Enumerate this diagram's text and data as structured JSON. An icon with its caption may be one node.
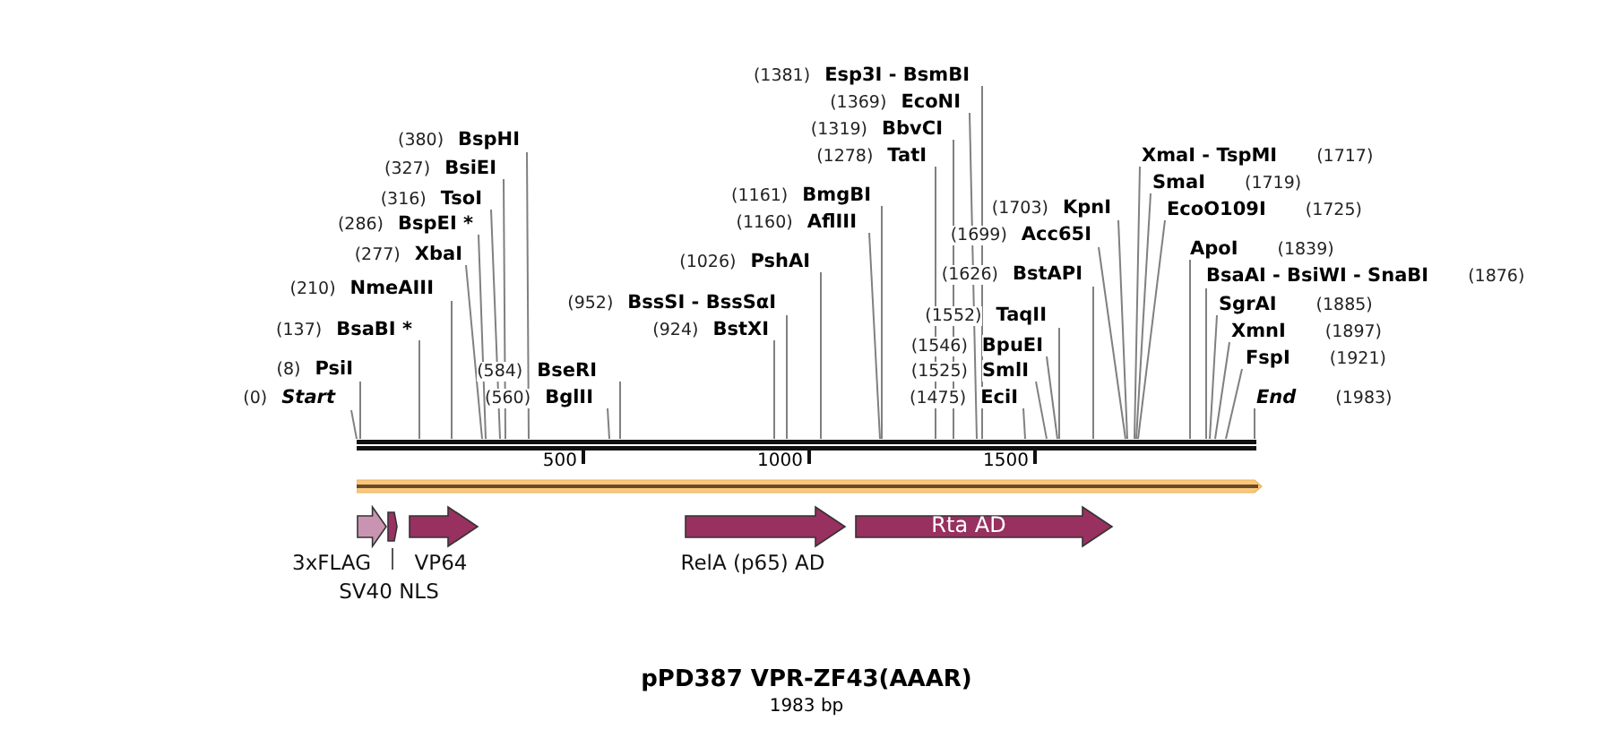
{
  "diagram": {
    "title": "pPD387 VPR-ZF43(AAAR)",
    "caption": "1983 bp",
    "nodes": [
      {
        "text": [
          "(1381)",
          "Esp3I - BsmBI"
        ]
      },
      {
        "text": [
          "(1369)",
          "EcoNI"
        ]
      },
      {
        "text": [
          "(1319)",
          "BbvCI"
        ]
      },
      {
        "text": [
          "(380)",
          "BspHI"
        ]
      },
      {
        "text": [
          "(1278)",
          "TatI"
        ]
      },
      {
        "text": [
          "XmaI - TspMI",
          "(1717)"
        ]
      },
      {
        "text": [
          "(327)",
          "BsiEI"
        ]
      },
      {
        "text": [
          "SmaI",
          "(1719)"
        ]
      },
      {
        "text": [
          "(1161)",
          "BmgBI"
        ]
      },
      {
        "text": [
          "(316)",
          "TsoI"
        ]
      },
      {
        "text": [
          "(1703)",
          "KpnI"
        ]
      },
      {
        "text": [
          "EcoO109I",
          "(1725)"
        ]
      },
      {
        "text": [
          "(1160)",
          "AflIII"
        ]
      },
      {
        "text": [
          "(286)",
          "BspEI *"
        ]
      },
      {
        "text": [
          "(1699)",
          "Acc65I"
        ]
      },
      {
        "text": [
          "ApoI",
          "(1839)"
        ]
      },
      {
        "text": [
          "(277)",
          "XbaI"
        ]
      },
      {
        "text": [
          "(1026)",
          "PshAI"
        ]
      },
      {
        "text": [
          "(1626)",
          "BstAPI"
        ]
      },
      {
        "text": [
          "BsaAI - BsiWI - SnaBI",
          "(1876)"
        ]
      },
      {
        "text": [
          "(210)",
          "NmeAIII"
        ]
      },
      {
        "text": [
          "(952)",
          "BssSI - BssSαI"
        ]
      },
      {
        "text": [
          "SgrAI",
          "(1885)"
        ]
      },
      {
        "text": [
          "(1552)",
          "TaqII"
        ]
      },
      {
        "text": [
          "(137)",
          "BsaBI *"
        ]
      },
      {
        "text": [
          "(924)",
          "BstXI"
        ]
      },
      {
        "text": [
          "XmnI",
          "(1897)"
        ]
      },
      {
        "text": [
          "(1546)",
          "BpuEI"
        ]
      },
      {
        "text": [
          "FspI",
          "(1921)"
        ]
      },
      {
        "text": [
          "(8)",
          "PsiI"
        ]
      },
      {
        "text": [
          "(584)",
          "BseRI"
        ]
      },
      {
        "text": [
          "(1525)",
          "SmlI"
        ]
      },
      {
        "text": [
          "(0)",
          "Start"
        ]
      },
      {
        "text": [
          "(560)",
          "BglII"
        ]
      },
      {
        "text": [
          "(1475)",
          "EciI"
        ]
      },
      {
        "text": [
          "End",
          "(1983)"
        ]
      },
      {
        "text": [],
        "shape": "bar"
      },
      {
        "text": [],
        "shape": "bar"
      },
      {
        "text": [
          "3xFLAG"
        ]
      },
      {
        "text": [
          "SV40 NLS"
        ]
      },
      {
        "text": [
          "VP64"
        ]
      },
      {
        "text": [
          "RelA (p65) AD"
        ]
      },
      {
        "text": [
          "Rta AD"
        ]
      }
    ],
    "edges": [
      {
        "from": 0,
        "to": 36,
        "arrow": "none"
      },
      {
        "from": 1,
        "to": 36,
        "arrow": "none"
      },
      {
        "from": 2,
        "to": 36,
        "arrow": "none"
      },
      {
        "from": 3,
        "to": 36,
        "arrow": "none"
      },
      {
        "from": 4,
        "to": 36,
        "arrow": "none"
      },
      {
        "from": 5,
        "to": 36,
        "arrow": "none"
      },
      {
        "from": 6,
        "to": 36,
        "arrow": "none"
      },
      {
        "from": 7,
        "to": 36,
        "arrow": "none"
      },
      {
        "from": 8,
        "to": 36,
        "arrow": "none"
      },
      {
        "from": 9,
        "to": 36,
        "arrow": "none"
      },
      {
        "from": 10,
        "to": 36,
        "arrow": "none"
      },
      {
        "from": 11,
        "to": 36,
        "arrow": "none"
      },
      {
        "from": 12,
        "to": 36,
        "arrow": "none"
      },
      {
        "from": 13,
        "to": 36,
        "arrow": "none"
      },
      {
        "from": 14,
        "to": 36,
        "arrow": "none"
      },
      {
        "from": 15,
        "to": 36,
        "arrow": "none"
      },
      {
        "from": 16,
        "to": 36,
        "arrow": "none"
      },
      {
        "from": 17,
        "to": 36,
        "arrow": "none"
      },
      {
        "from": 18,
        "to": 36,
        "arrow": "none"
      },
      {
        "from": 19,
        "to": 36,
        "arrow": "none"
      },
      {
        "from": 20,
        "to": 36,
        "arrow": "none"
      },
      {
        "from": 21,
        "to": 36,
        "arrow": "none"
      },
      {
        "from": 22,
        "to": 36,
        "arrow": "none"
      },
      {
        "from": 23,
        "to": 36,
        "arrow": "none"
      },
      {
        "from": 24,
        "to": 36,
        "arrow": "none"
      },
      {
        "from": 25,
        "to": 36,
        "arrow": "none"
      },
      {
        "from": 26,
        "to": 36,
        "arrow": "none"
      },
      {
        "from": 27,
        "to": 36,
        "arrow": "none"
      },
      {
        "from": 28,
        "to": 36,
        "arrow": "none"
      },
      {
        "from": 29,
        "to": 36,
        "arrow": "none"
      },
      {
        "from": 30,
        "to": 36,
        "arrow": "none"
      },
      {
        "from": 31,
        "to": 36,
        "arrow": "none"
      },
      {
        "from": 32,
        "to": 36,
        "arrow": "none"
      },
      {
        "from": 33,
        "to": 36,
        "arrow": "none"
      },
      {
        "from": 34,
        "to": 36,
        "arrow": "none"
      },
      {
        "from": 35,
        "to": 36,
        "arrow": "none"
      }
    ],
    "labels": [
      "500",
      "1000",
      "1500"
    ]
  }
}
